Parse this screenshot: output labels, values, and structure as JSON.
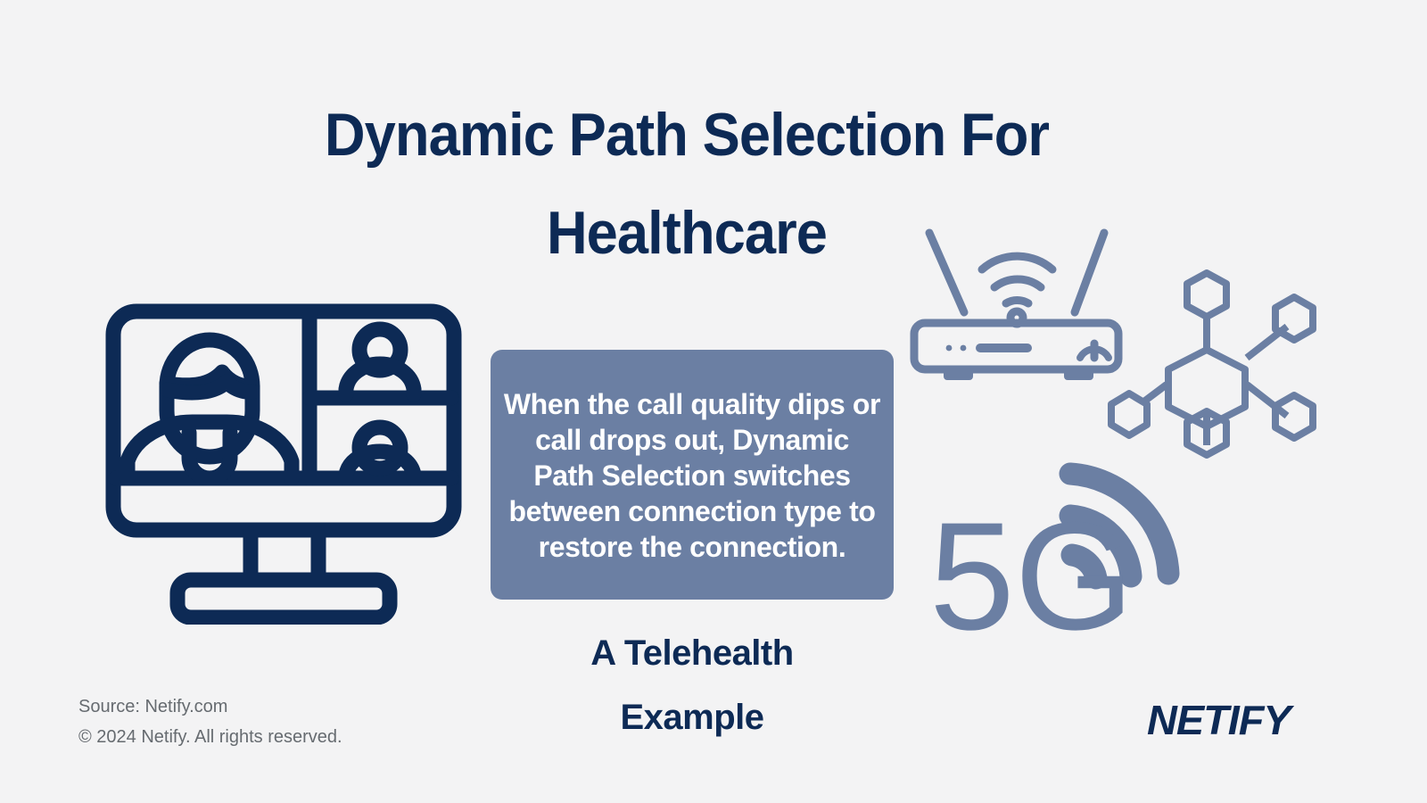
{
  "page": {
    "background_color": "#f3f3f4",
    "navy": "#0d2a55",
    "slate": "#6b7fa3",
    "gray_text": "#666b70"
  },
  "title": {
    "line1": "Dynamic Path Selection For",
    "line2": "Healthcare"
  },
  "callout": {
    "text": "When the call quality dips or call drops out, Dynamic Path Selection switches between connection type to restore the connection.",
    "background_color": "#6b7fa3",
    "text_color": "#ffffff"
  },
  "subcaption": {
    "line1": "A Telehealth",
    "line2": "Example"
  },
  "footer": {
    "source": "Source: Netify.com",
    "copyright": "© 2024 Netify. All rights reserved."
  },
  "logo": {
    "text": "NETIFY"
  },
  "icons": {
    "monitor": "video-call-monitor-icon",
    "router": "wifi-router-icon",
    "hexnet": "hexagon-network-icon",
    "fiveg": "5g-signal-icon",
    "fiveg_label": "5G"
  }
}
